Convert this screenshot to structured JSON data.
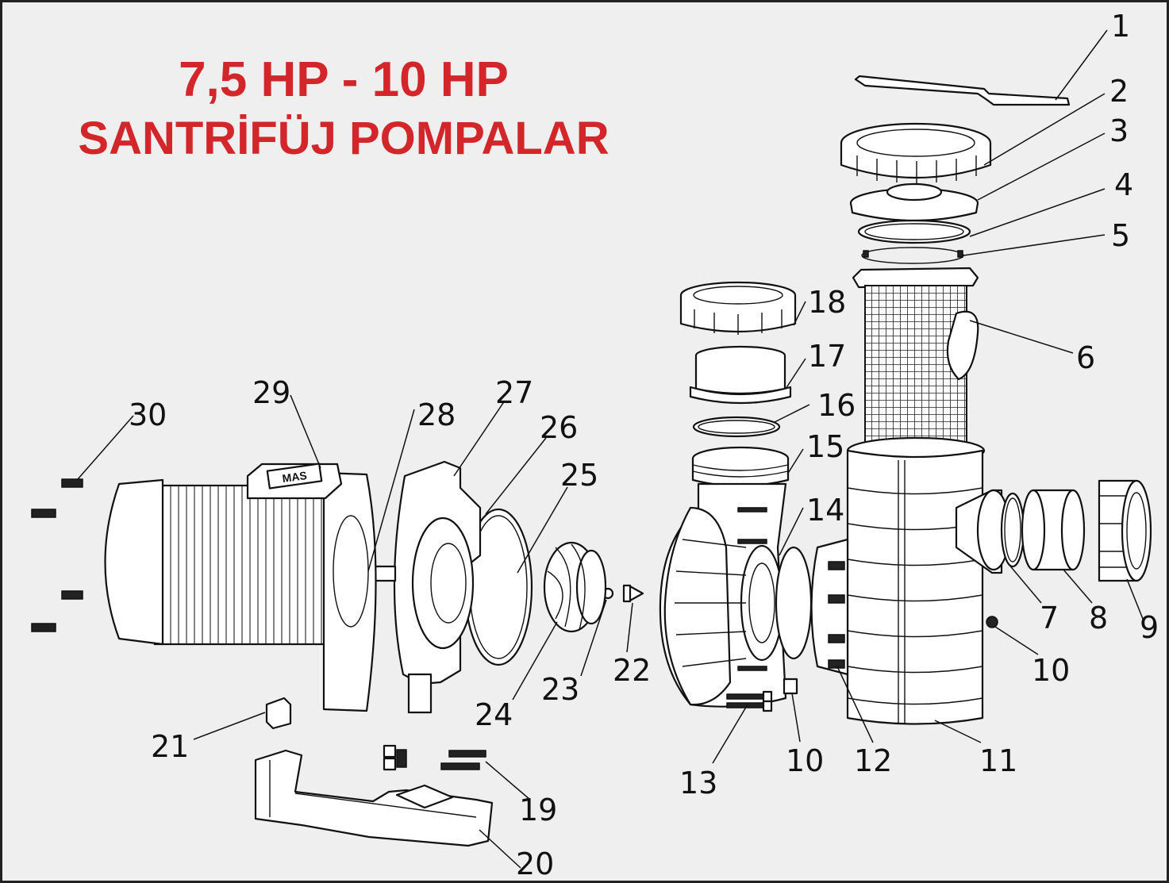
{
  "title": {
    "line1": "7,5 HP - 10 HP",
    "line2": "SANTRİFÜJ POMPALAR"
  },
  "motor_badge": "MAS",
  "part_numbers": [
    "1",
    "2",
    "3",
    "4",
    "5",
    "6",
    "7",
    "8",
    "9",
    "10",
    "10",
    "11",
    "12",
    "13",
    "14",
    "15",
    "16",
    "17",
    "18",
    "19",
    "20",
    "21",
    "22",
    "23",
    "24",
    "25",
    "26",
    "27",
    "28",
    "29",
    "30"
  ],
  "colors": {
    "title": "#d3262a",
    "background": "#efefef",
    "line": "#111111"
  }
}
